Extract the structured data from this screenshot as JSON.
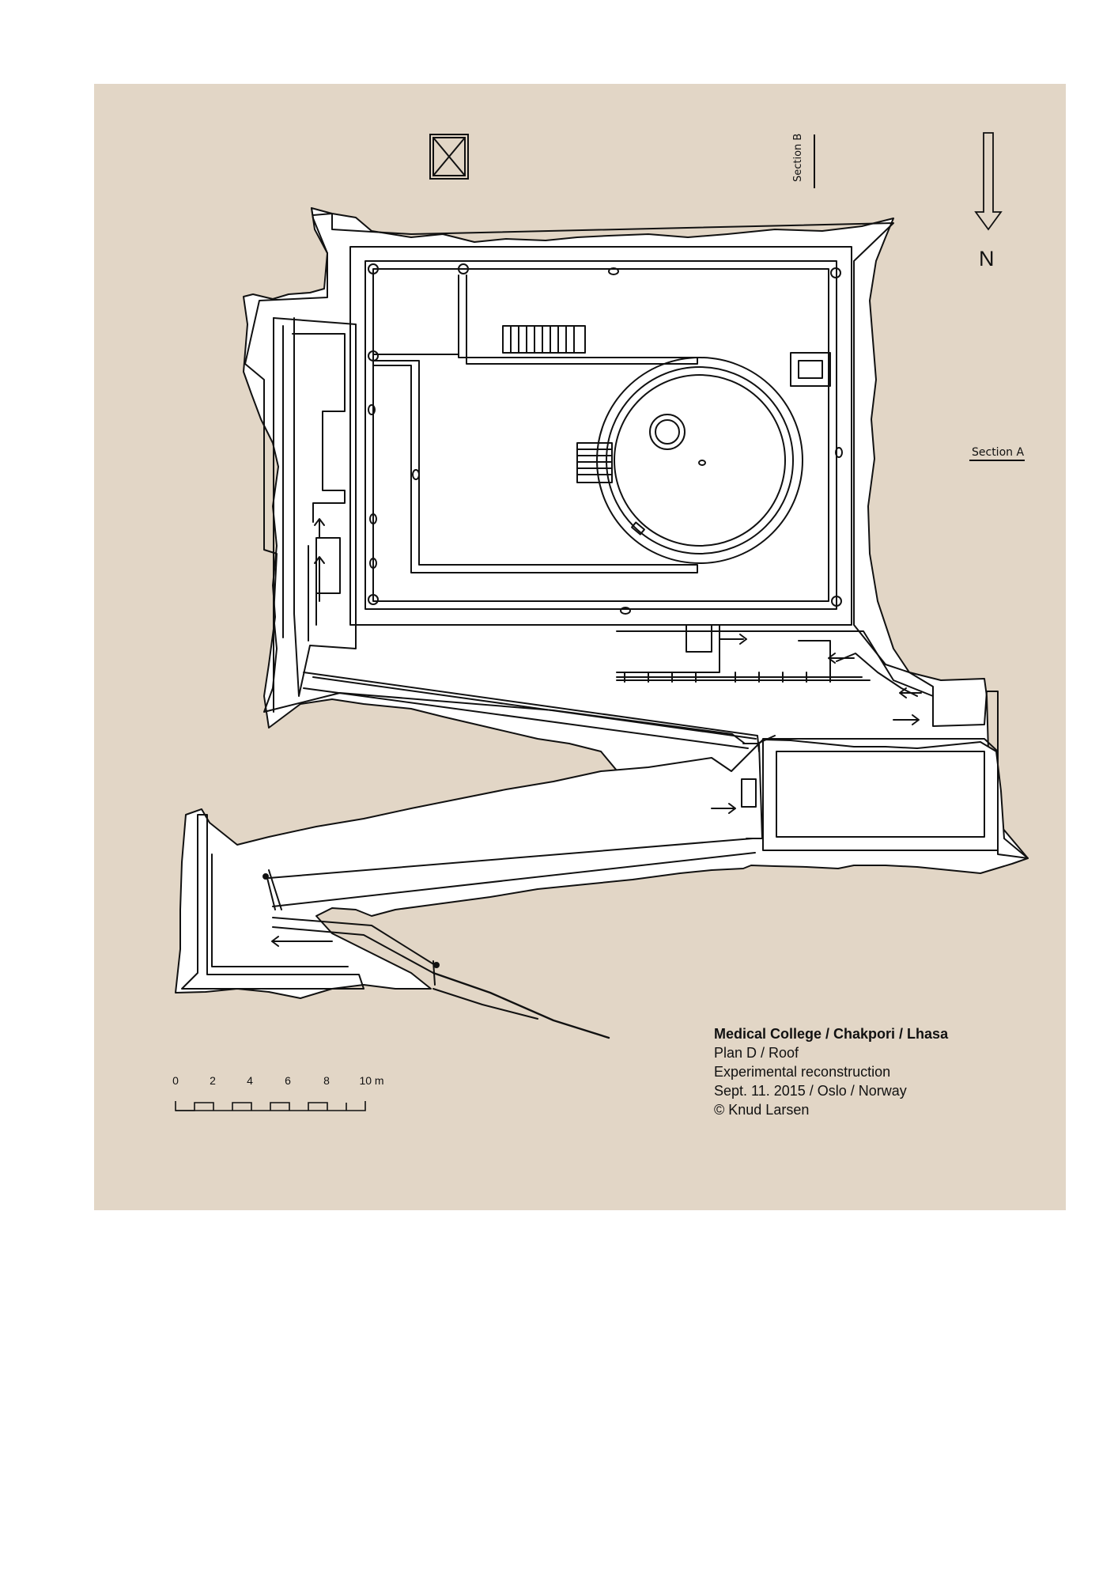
{
  "title_block": {
    "title": "Medical College / Chakpori / Lhasa",
    "plan": "Plan D / Roof",
    "note": "Experimental reconstruction",
    "date_place": "Sept. 11. 2015 / Oslo / Norway",
    "credit": "© Knud Larsen"
  },
  "labels": {
    "section_b": "Section B",
    "section_a": "Section A",
    "north": "N"
  },
  "scale_bar": {
    "ticks": [
      "0",
      "2",
      "4",
      "6",
      "8",
      "10 m"
    ]
  },
  "colors": {
    "sheet": "#e2d6c6",
    "building": "#ffffff",
    "ink": "#111111"
  },
  "icons": [
    "north-arrow-icon",
    "section-marker-icon"
  ]
}
